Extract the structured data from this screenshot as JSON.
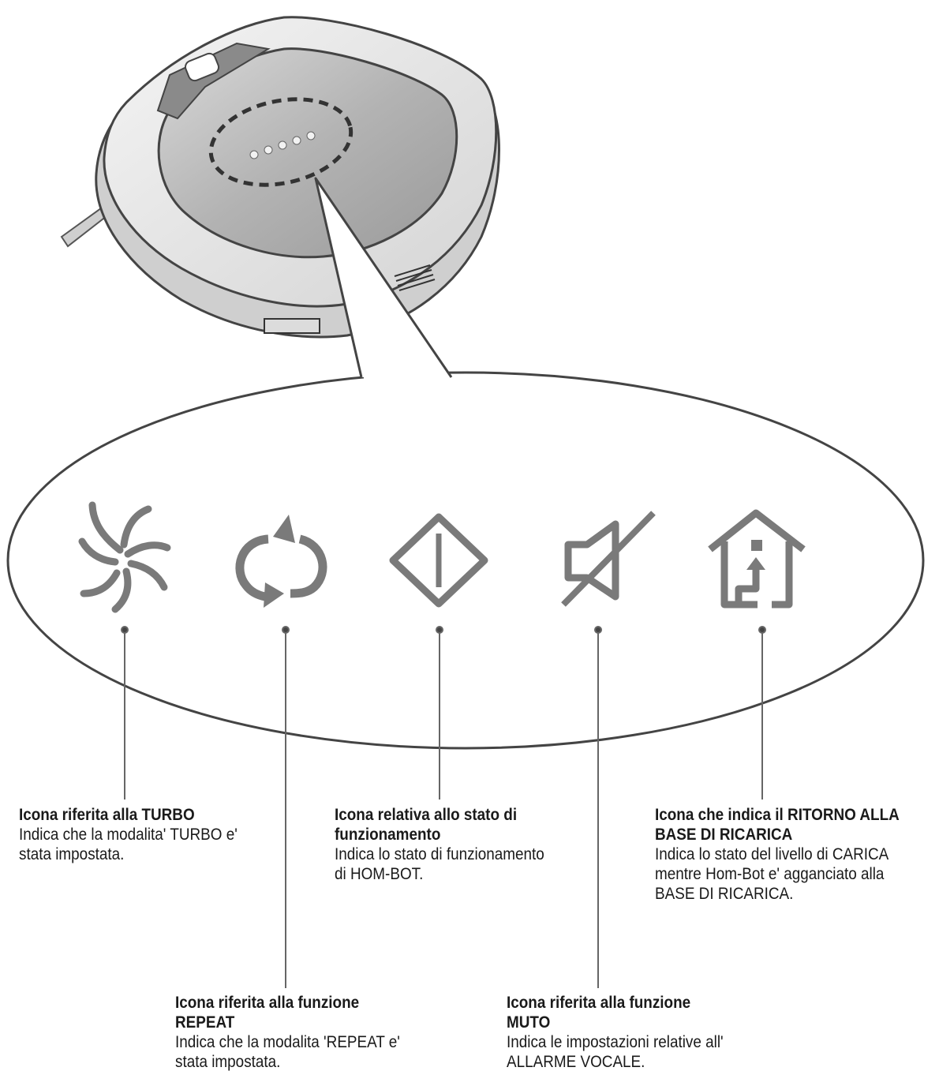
{
  "callouts": [
    {
      "key": "turbo",
      "title": "Icona riferita alla TURBO",
      "desc": "Indica che la modalita' TURBO e' stata impostata."
    },
    {
      "key": "repeat",
      "title": "Icona riferita alla funzione REPEAT",
      "desc": "Indica che la modalita 'REPEAT e' stata impostata."
    },
    {
      "key": "status",
      "title": "Icona relativa allo stato di funzionamento",
      "desc": "Indica lo stato di funzionamento di HOM-BOT."
    },
    {
      "key": "mute",
      "title": "Icona riferita alla funzione MUTO",
      "desc": "Indica le impostazioni relative all' ALLARME VOCALE."
    },
    {
      "key": "home",
      "title": "Icona che indica il RITORNO ALLA BASE DI RICARICA",
      "desc": "Indica lo stato del livello di CARICA mentre Hom-Bot e' agganciato alla BASE DI RICARICA."
    }
  ],
  "icons": [
    "turbo-fan-icon",
    "repeat-icon",
    "power-status-icon",
    "mute-icon",
    "return-home-icon"
  ],
  "colors": {
    "line": "#555555",
    "icon": "#7a7a7a",
    "robot_body": "#e6e6e6",
    "robot_top": "#a9a9a9"
  }
}
